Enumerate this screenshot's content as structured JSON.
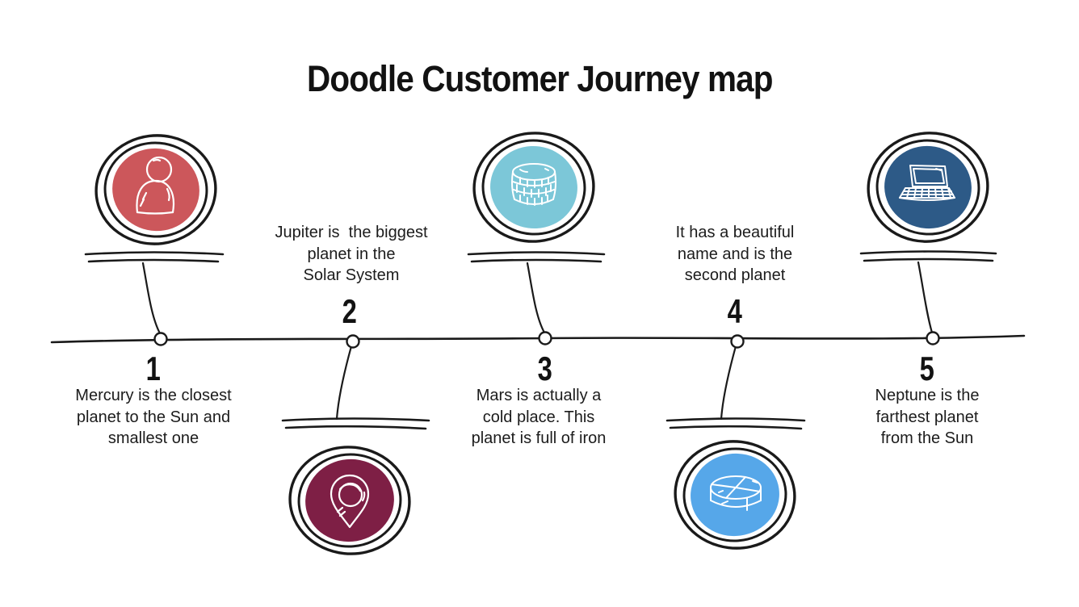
{
  "title": "Doodle Customer Journey map",
  "colors": {
    "ink": "#1a1a1a",
    "background": "#ffffff"
  },
  "milestones": [
    {
      "number": "1",
      "icon": "person-icon",
      "color": "#cc575b",
      "position": "top",
      "lines": [
        "Mercury is the closest",
        "planet to the Sun and",
        "smallest one"
      ]
    },
    {
      "number": "2",
      "icon": "location-pin-icon",
      "color": "#7e1f45",
      "position": "bottom",
      "lines": [
        "Jupiter is  the biggest",
        "planet in the",
        "Solar System"
      ]
    },
    {
      "number": "3",
      "icon": "brick-cylinder-icon",
      "color": "#7cc7d8",
      "position": "top",
      "lines": [
        "Mars is actually a",
        "cold place. This",
        "planet is full of iron"
      ]
    },
    {
      "number": "4",
      "icon": "pie-chart-icon",
      "color": "#56a7e9",
      "position": "bottom",
      "lines": [
        "It has a beautiful",
        "name and is the",
        "second planet"
      ]
    },
    {
      "number": "5",
      "icon": "laptop-icon",
      "color": "#2d5a87",
      "position": "top",
      "lines": [
        "Neptune is the",
        "farthest planet",
        "from the Sun"
      ]
    }
  ]
}
